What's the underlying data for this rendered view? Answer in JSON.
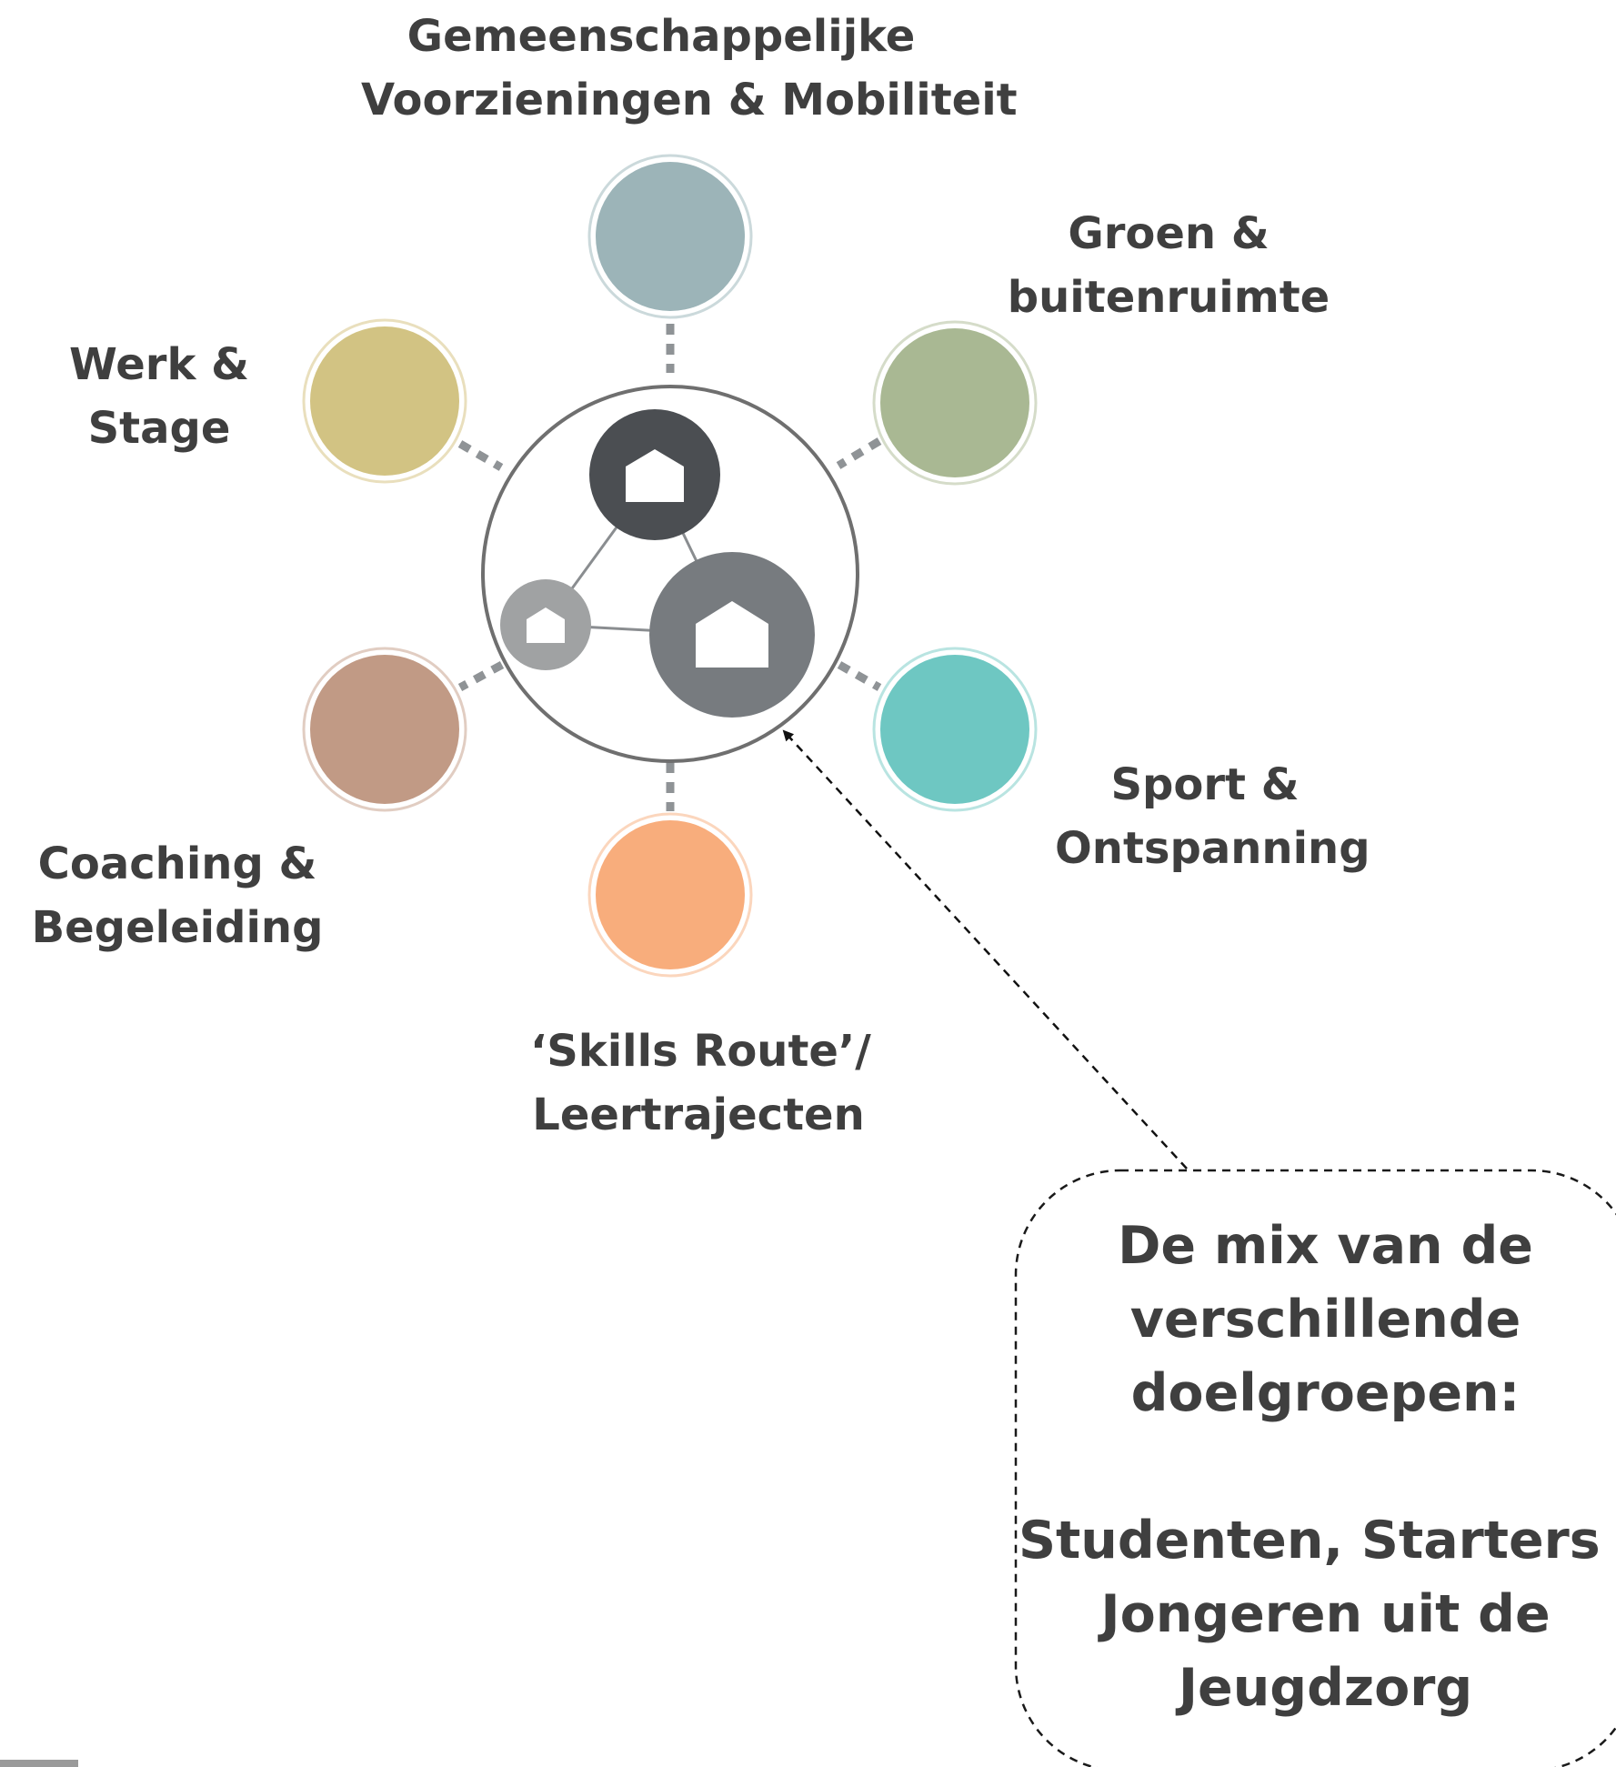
{
  "labels": {
    "top": {
      "line1": "Gemeenschappelijke",
      "line2": "Voorzieningen & Mobiliteit"
    },
    "top_right": {
      "line1": "Groen &",
      "line2": "buitenruimte"
    },
    "top_left": {
      "line1": "Werk &",
      "line2": "Stage"
    },
    "bottom_right": {
      "line1": "Sport &",
      "line2": "Ontspanning"
    },
    "bottom_left": {
      "line1": "Coaching  &",
      "line2": "Begeleiding"
    },
    "bottom": {
      "line1": "‘Skills Route’/",
      "line2": "Leertrajecten"
    }
  },
  "callout": {
    "line1": "De mix van de",
    "line2": "verschillende",
    "line3": "doelgroepen:",
    "line4": "Studenten, Starters en",
    "line5": "Jongeren uit de",
    "line6": "Jeugdzorg"
  },
  "colors": {
    "top": "#9cb4b8",
    "top_right": "#a9b893",
    "top_left": "#d2c383",
    "bottom_right": "#6ec7c2",
    "bottom_left": "#c19a85",
    "bottom": "#f8ad7c",
    "house_dark": "#4b4e52",
    "house_mid": "#777b7f",
    "house_light": "#a0a2a3",
    "connector": "#8f9396",
    "text": "#3f3f3f"
  },
  "icons": {
    "center_group": "house-icon"
  }
}
